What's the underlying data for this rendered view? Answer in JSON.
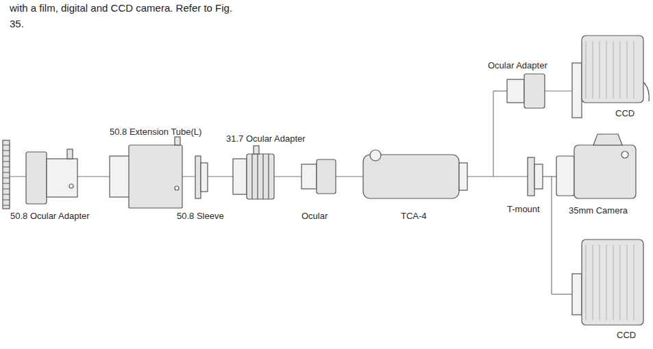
{
  "diagram": {
    "labels": [
      "with a film, digital and CCD camera. Refer to Fig. 35.",
      "Ocular Adapter",
      "CCD",
      "50.8 Extension Tube(L)",
      "31.7 Ocular Adapter",
      "50.8 Ocular Adapter",
      "50.8 Sleeve",
      "Ocular",
      "TCA-4",
      "T-mount",
      "35mm Camera",
      "CCD"
    ]
  }
}
